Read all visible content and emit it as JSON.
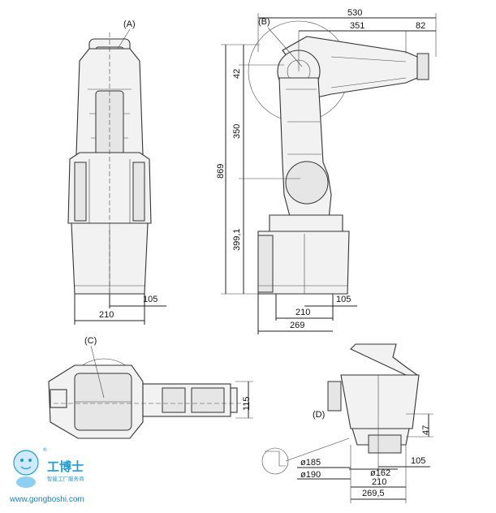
{
  "views": {
    "front": {
      "label": "(A)"
    },
    "side": {
      "label": "(B)"
    },
    "top": {
      "label": "(C)"
    },
    "base": {
      "label": "(D)"
    }
  },
  "dimensions": {
    "front_base_half": "105",
    "front_base_width": "210",
    "side_reach_total": "530",
    "side_reach_forearm": "351",
    "side_flange": "82",
    "side_height_total": "869",
    "side_height_upper": "42",
    "side_height_arm": "350",
    "side_height_base": "399,1",
    "side_base_half": "105",
    "side_base_width": "210",
    "side_depth": "269",
    "top_width": "115",
    "base_height": "47",
    "base_offset": "105",
    "base_hole_162": "ø162",
    "base_hole_185": "ø185",
    "base_hole_190": "ø190",
    "base_width_210": "210",
    "base_width_269_5": "269,5"
  },
  "watermark": {
    "brand": "工博士",
    "tagline": "智能工厂服务商",
    "url": "www.gongboshi.com",
    "registered": "®",
    "color": "#1e9bd6"
  }
}
